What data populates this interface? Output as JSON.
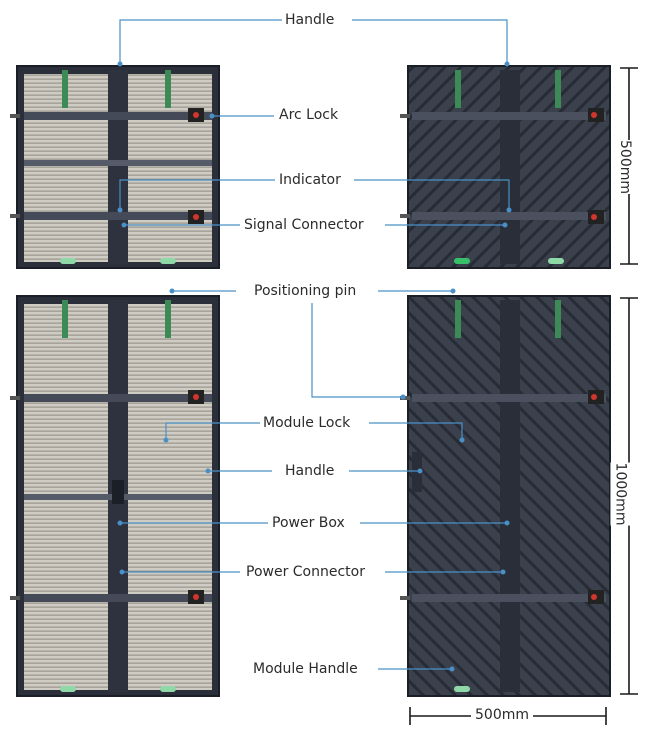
{
  "labels": {
    "handle_top": "Handle",
    "arc_lock": "Arc Lock",
    "indicator": "Indicator",
    "signal_connector": "Signal Connector",
    "positioning_pin": "Positioning pin",
    "module_lock": "Module Lock",
    "handle_mid": "Handle",
    "power_box": "Power Box",
    "power_connector": "Power Connector",
    "module_handle": "Module Handle"
  },
  "dimensions": {
    "small_height": "500mm",
    "large_height": "1000mm",
    "width": "500mm"
  },
  "panels": {
    "front_color": "#3a3f4b",
    "back_color": "#333845",
    "module_color": "#c9c6bd",
    "frame_color": "#1f2430",
    "accent_green": "#36c06a",
    "accent_red": "#d2352c",
    "leader_color": "#4a90c8"
  }
}
